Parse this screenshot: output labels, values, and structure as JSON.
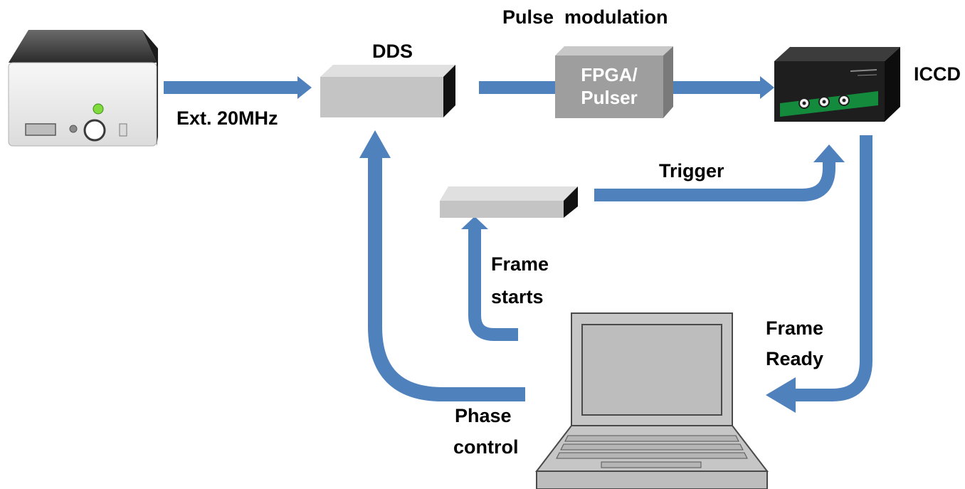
{
  "labels": {
    "pulse_modulation": "Pulse  modulation",
    "dds": "DDS",
    "ext_clock": "Ext. 20MHz",
    "fpga_line1": "FPGA/",
    "fpga_line2": "Pulser",
    "iccd": "ICCD",
    "trigger": "Trigger",
    "frame_starts_line1": "Frame",
    "frame_starts_line2": "starts",
    "frame_ready_line1": "Frame",
    "frame_ready_line2": "Ready",
    "phase_control_line1": "Phase",
    "phase_control_line2": "control"
  },
  "colors": {
    "arrow": "#4f81bd",
    "box_front": "#c4c4c4",
    "box_top": "#e2e2e2",
    "box_side": "#111111",
    "fpga_box": "#9e9e9e",
    "iccd_body": "#1e1e1e",
    "iccd_board": "#148a3c",
    "indicator_led": "#7fdc3c"
  },
  "icons": {
    "signal_generator": "signal-generator-icon",
    "dds_box": "dds-box-icon",
    "fpga_box": "fpga-pulser-box-icon",
    "iccd_camera": "iccd-camera-icon",
    "trigger_box": "trigger-box-icon",
    "laptop": "laptop-icon"
  }
}
